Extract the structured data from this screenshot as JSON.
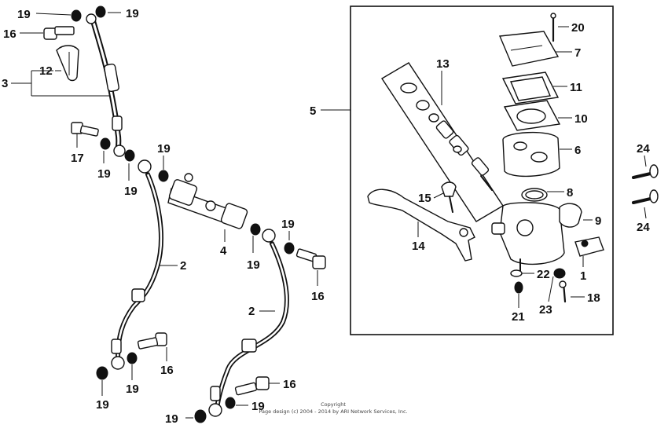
{
  "diagram": {
    "labels": {
      "l19_tl": "19",
      "l19_tr": "19",
      "l16_t": "16",
      "l12": "12",
      "l3": "3",
      "l17": "17",
      "l19_a": "19",
      "l19_b": "19",
      "l19_c": "19",
      "l2_left": "2",
      "l4": "4",
      "l19_d": "19",
      "l19_e": "19",
      "l16_m": "16",
      "l2_right": "2",
      "l16_b1": "16",
      "l19_f": "19",
      "l19_g": "19",
      "l16_b2": "16",
      "l19_h": "19",
      "l19_i": "19",
      "l5": "5",
      "l13": "13",
      "l20": "20",
      "l7": "7",
      "l11": "11",
      "l10": "10",
      "l6": "6",
      "l8": "8",
      "l15": "15",
      "l9": "9",
      "l14": "14",
      "l1": "1",
      "l22": "22",
      "l23": "23",
      "l18": "18",
      "l21": "21",
      "l24_a": "24",
      "l24_b": "24"
    },
    "copyright_line1": "Copyright",
    "copyright_line2": "Page design (c) 2004 - 2014 by ARI Network Services, Inc."
  }
}
